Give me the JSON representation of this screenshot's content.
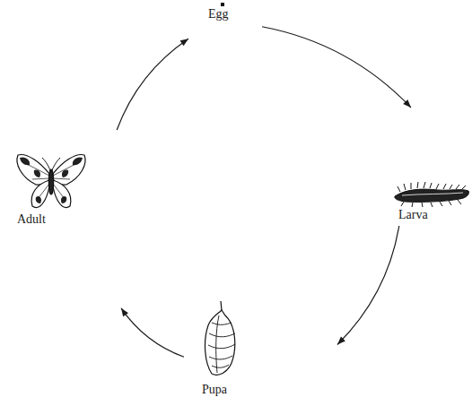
{
  "diagram": {
    "nodes": [
      {
        "text": [
          "Egg"
        ]
      },
      {
        "text": [
          "Larva"
        ]
      },
      {
        "text": [
          "Pupa"
        ]
      },
      {
        "text": [
          "Adult"
        ]
      }
    ],
    "edges": [
      {
        "from": 0,
        "to": 1,
        "arrow": "to"
      },
      {
        "from": 1,
        "to": 2,
        "arrow": "to"
      },
      {
        "from": 2,
        "to": 3,
        "arrow": "to"
      },
      {
        "from": 3,
        "to": 0,
        "arrow": "to"
      }
    ]
  }
}
